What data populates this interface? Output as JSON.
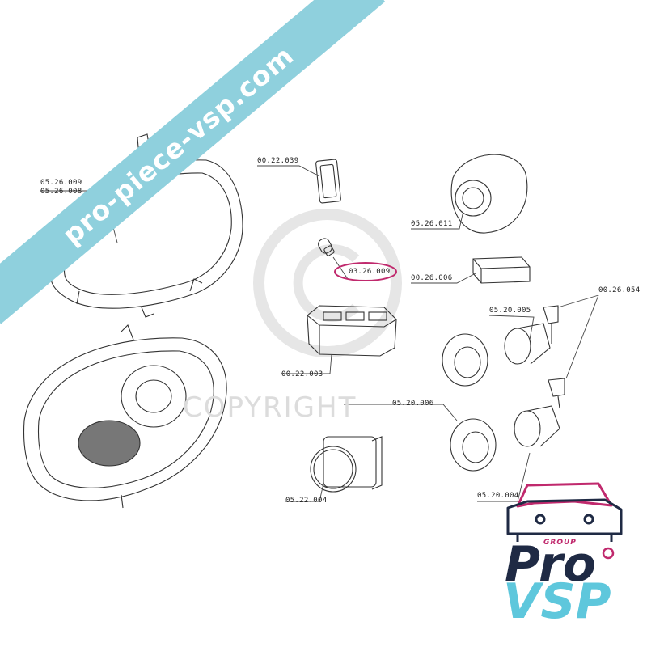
{
  "watermark_banner": "pro-piece-vsp.com",
  "copyright_text": "COPYRIGHT",
  "brand": {
    "group": "GROUP",
    "pro": "Pro",
    "vsp": "VSP",
    "accent": "#c0296d",
    "navy": "#1f2a44",
    "cyan": "#5ec7dc",
    "banner": "#8fd0dd"
  },
  "highlight_color": "#c0296d",
  "parts": [
    {
      "id": "p1a",
      "code": "05.26.009"
    },
    {
      "id": "p1b",
      "code": "05.26.008"
    },
    {
      "id": "p2",
      "code": "00.22.039"
    },
    {
      "id": "p3",
      "code": "05.26.011"
    },
    {
      "id": "p4",
      "code": "03.26.009",
      "highlighted": true
    },
    {
      "id": "p5",
      "code": "00.26.006"
    },
    {
      "id": "p6",
      "code": "00.26.054"
    },
    {
      "id": "p7",
      "code": "05.20.005"
    },
    {
      "id": "p8",
      "code": "00.22.003"
    },
    {
      "id": "p9",
      "code": "05.20.006"
    },
    {
      "id": "p10",
      "code": "05.22.004"
    },
    {
      "id": "p11",
      "code": "05.20.004"
    }
  ]
}
